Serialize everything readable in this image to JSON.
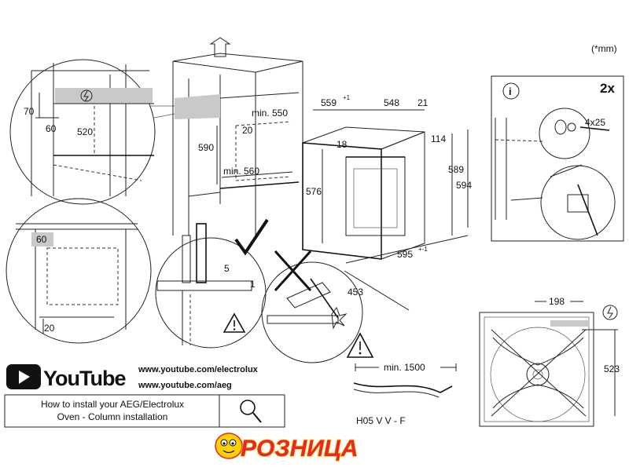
{
  "units_note": "(*mm)",
  "labels": {
    "d70": "70",
    "d60a": "60",
    "d520": "520",
    "d590": "590",
    "d20a": "20",
    "min550": "min. 550",
    "min560": "min. 560",
    "d559": "559",
    "d559sup": "+1",
    "d548": "548",
    "d21": "21",
    "d18": "18",
    "d114": "114",
    "d576": "576",
    "d589": "589",
    "d594": "594",
    "d595": "595",
    "d595sup": "+-1",
    "d453": "453",
    "d60b": "60",
    "d20b": "20",
    "d5": "5",
    "d1": "1",
    "qty": "2x",
    "screw": "4x25",
    "d198": "198",
    "d523": "523",
    "min1500": "min. 1500",
    "cable": "H05 V V - F"
  },
  "youtube": {
    "wordmark": "YouTube",
    "url1": "www.youtube.com/electrolux",
    "url2": "www.youtube.com/aeg",
    "howto_line1": "How to install your AEG/Electrolux",
    "howto_line2": "Oven - Column installation"
  },
  "brand": {
    "text": "РОЗНИЦА",
    "color": "#e8262d",
    "outline": "#ffd200"
  },
  "icons": [
    "info-icon",
    "warning-icon",
    "checkmark-icon",
    "cross-icon",
    "search-icon",
    "youtube-play-icon",
    "electric-icon",
    "up-arrow-icon"
  ]
}
